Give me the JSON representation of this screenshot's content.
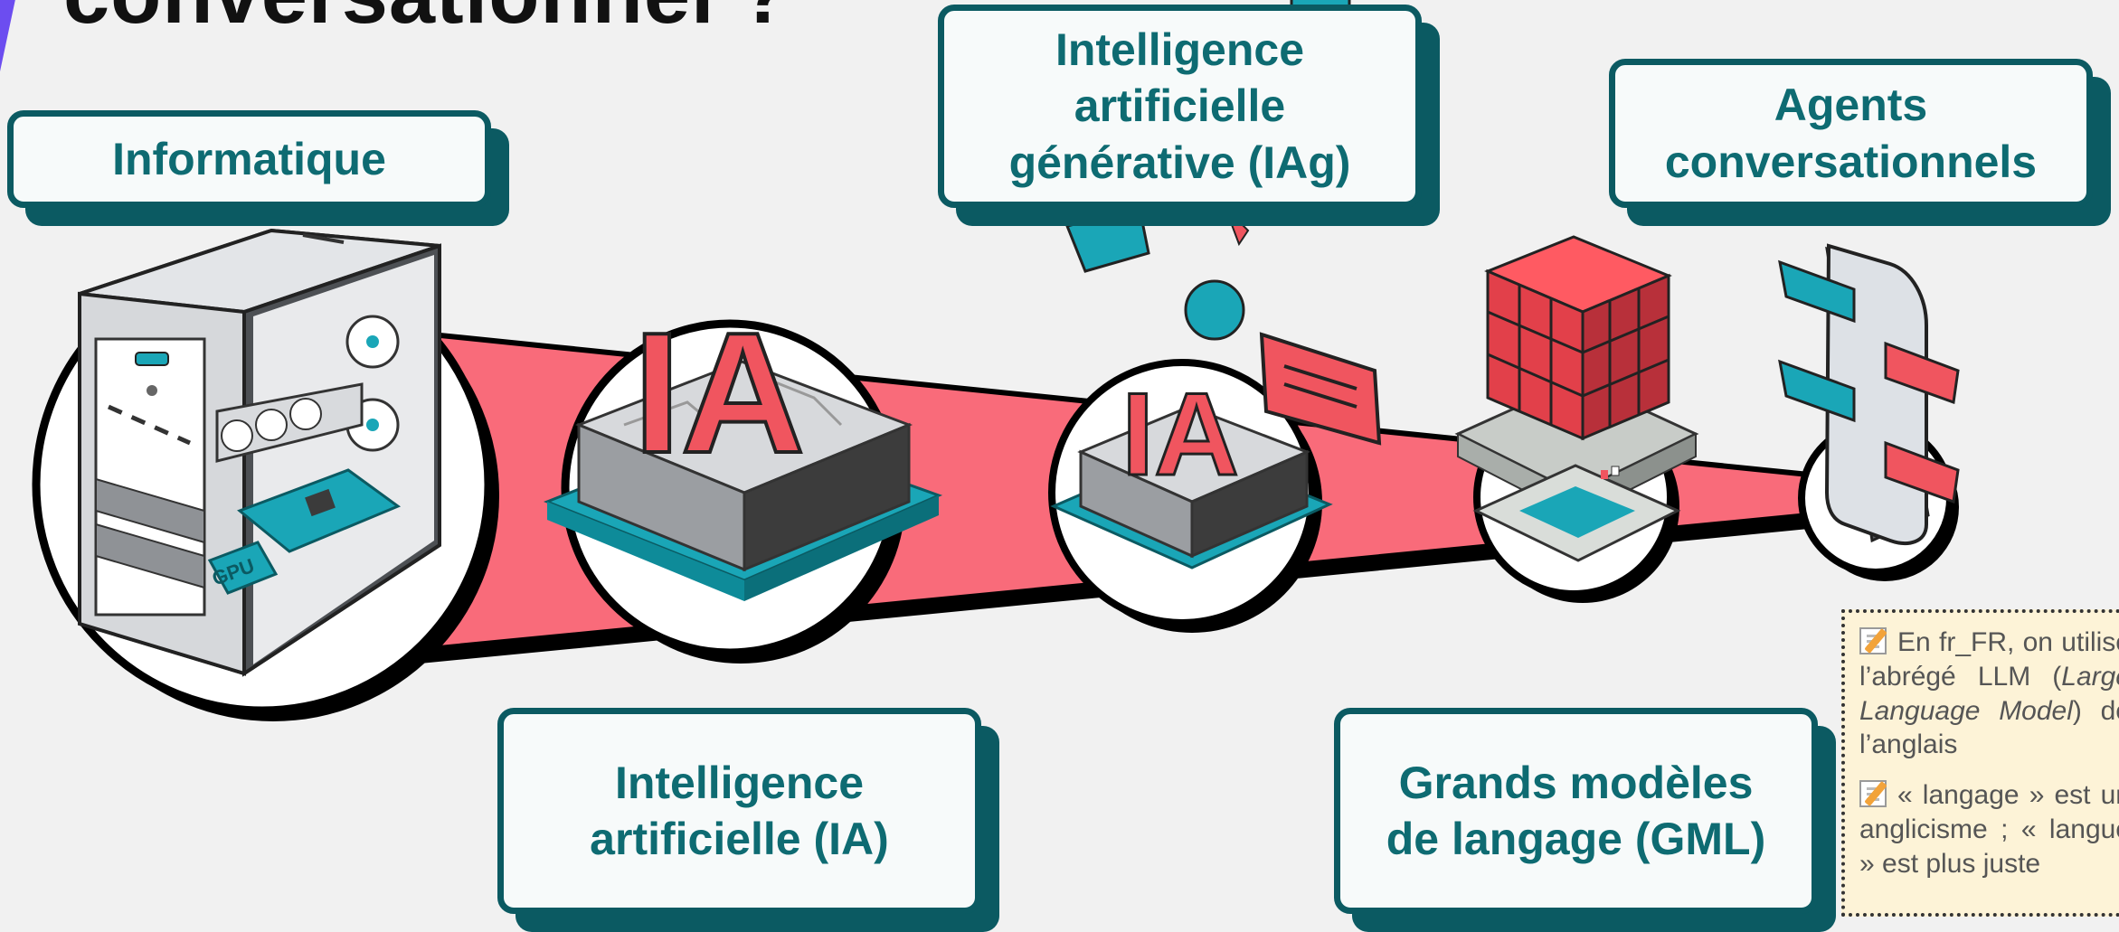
{
  "title": "conversationnel ?",
  "labels": {
    "informatique": "Informatique",
    "ia": "Intelligence artificielle (IA)",
    "iag": "Intelligence artificielle générative (IAg)",
    "gml": "Grands modèles de langage (GML)",
    "agents": "Agents conversationnels"
  },
  "illustrations": {
    "ia_letters": "IA",
    "gpu_text": "GPU"
  },
  "note": {
    "p1_a": "En fr_FR, on utilise l’abrégé LLM (",
    "p1_italic": "Large Language Model",
    "p1_b": ") de l’anglais",
    "p2": "« langage » est un anglicisme ; « langue » est plus juste"
  },
  "colors": {
    "teal_dark": "#0b5a62",
    "teal": "#1aa6b7",
    "coral": "#f0555f",
    "pink_funnel": "#f96b7a",
    "note_bg": "#fdf3d7"
  }
}
